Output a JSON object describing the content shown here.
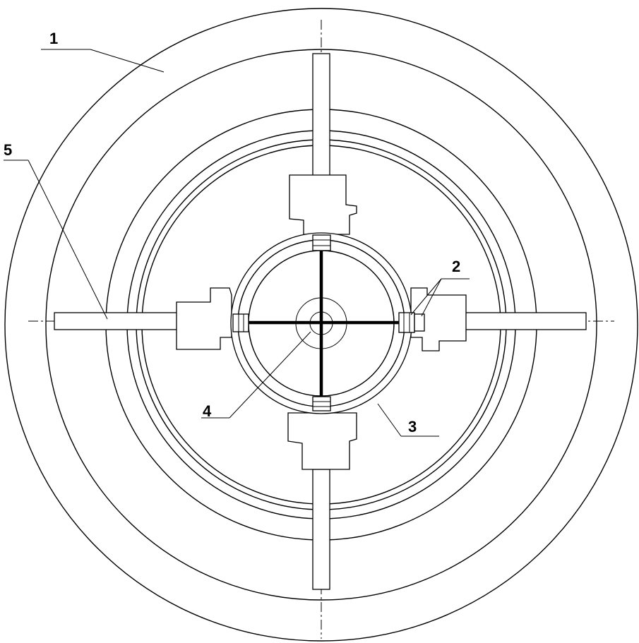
{
  "labels": [
    {
      "id": "1",
      "text": "1"
    },
    {
      "id": "2",
      "text": "2"
    },
    {
      "id": "3",
      "text": "3"
    },
    {
      "id": "4",
      "text": "4"
    },
    {
      "id": "5",
      "text": "5"
    }
  ]
}
